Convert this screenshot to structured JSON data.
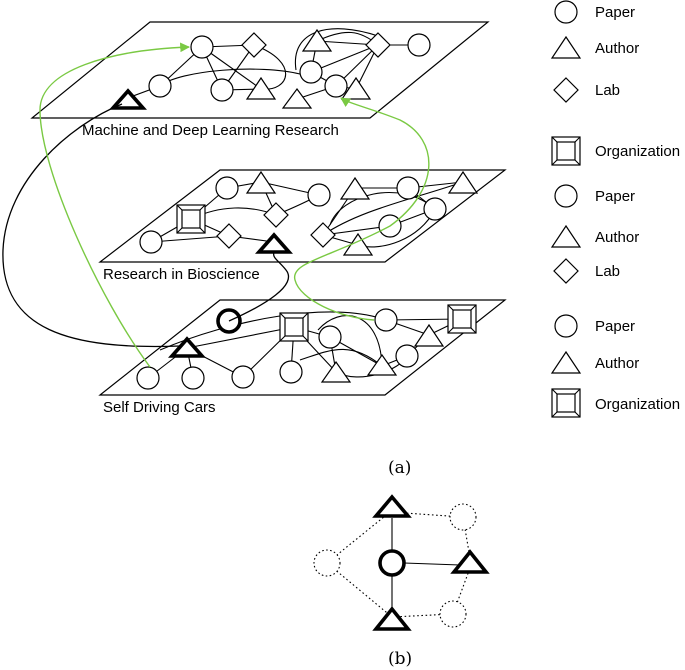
{
  "layers": {
    "top": "Machine and Deep Learning Research",
    "middle": "Research in Bioscience",
    "bottom": "Self Driving Cars"
  },
  "legend": {
    "top": [
      "Paper",
      "Author",
      "Lab"
    ],
    "middle": [
      "Organization",
      "Paper",
      "Author",
      "Lab"
    ],
    "bottom": [
      "Paper",
      "Author",
      "Organization"
    ]
  },
  "captions": {
    "a": "(a)",
    "b": "(b)"
  },
  "colors": {
    "cross_layer_link": "#7ac943",
    "edges": "#000000"
  }
}
